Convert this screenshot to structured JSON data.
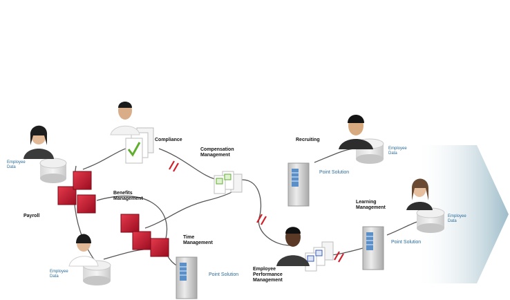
{
  "labels": {
    "employee_data_top_left": "Employee\nData",
    "employee_data_bottom_left": "Employee\nData",
    "employee_data_top_right": "Employee\nData",
    "employee_data_right": "Employee\nData",
    "payroll": "Payroll",
    "benefits": "Benefits\nManagement",
    "compliance": "Compliance",
    "compensation": "Compensation\nManagement",
    "time": "Time\nManagement",
    "point_solution_center": "Point Solution",
    "recruiting": "Recruiting",
    "point_solution_recruiting": "Point Solution",
    "learning": "Learning\nManagement",
    "point_solution_learning": "Point Solution",
    "performance": "Employee\nPerformance\nManagement"
  },
  "colors": {
    "red_cube": "#c8102e",
    "connector": "#555555",
    "break_mark": "#d0202a",
    "label_blue": "#2a6a9a",
    "arrow_fade": "#b9cfd8"
  }
}
